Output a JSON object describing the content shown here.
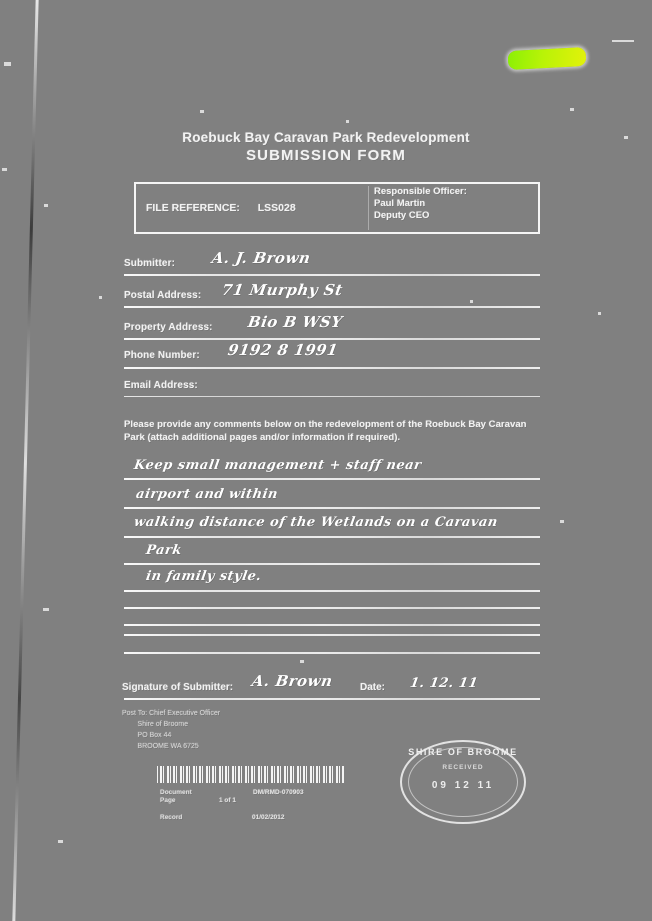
{
  "document": {
    "title": "Roebuck Bay Caravan Park Redevelopment",
    "subtitle": "SUBMISSION FORM"
  },
  "reference_box": {
    "file_reference_label": "FILE REFERENCE:",
    "file_reference_value": "LSS028",
    "responsible_officer_label": "Responsible Officer:",
    "officer_name": "Paul Martin",
    "officer_title": "Deputy CEO"
  },
  "fields": [
    {
      "label": "Submitter:",
      "value": "A. J. Brown",
      "name": "submitter"
    },
    {
      "label": "Postal Address:",
      "value": "71 Murphy St",
      "name": "postal-address"
    },
    {
      "label": "Property Address:",
      "value": "Bio B WSY",
      "name": "property-address"
    },
    {
      "label": "Phone Number:",
      "value": "9192 8 1991",
      "name": "phone-number"
    },
    {
      "label": "Email Address:",
      "value": "",
      "name": "email-address"
    }
  ],
  "comments": {
    "instruction": "Please provide any comments below on the redevelopment of the Roebuck Bay Caravan Park (attach additional pages and/or information if required).",
    "lines": [
      "Keep small management + staff near",
      "airport and within",
      "walking distance of the Wetlands on a Caravan",
      "Park",
      "in family style.",
      "",
      "",
      "",
      ""
    ]
  },
  "signature": {
    "signature_label": "Signature of Submitter:",
    "signature_value": "A. Brown",
    "date_label": "Date:",
    "date_value": "1. 12. 11"
  },
  "return_address": {
    "lines": [
      "Post To: Chief Executive Officer",
      "        Shire of Broome",
      "        PO Box 44",
      "        BROOME WA 6725"
    ]
  },
  "record_meta": {
    "barcode_label": "barcode",
    "doc_label": "Document",
    "page_label": "Page",
    "record_label": "Record",
    "doc_value": "DM/RMD-070903",
    "page_value": "1 of 1",
    "record_value": "01/02/2012"
  },
  "received_stamp": {
    "top_text": "SHIRE OF BROOME",
    "mid_text": "RECEIVED",
    "date": "09 12 11"
  },
  "annotations": {
    "highlighter_color": "#b9f307"
  },
  "colors": {
    "background": "#808080",
    "ink": "#f2f2f2",
    "highlight": "#b9f307"
  }
}
